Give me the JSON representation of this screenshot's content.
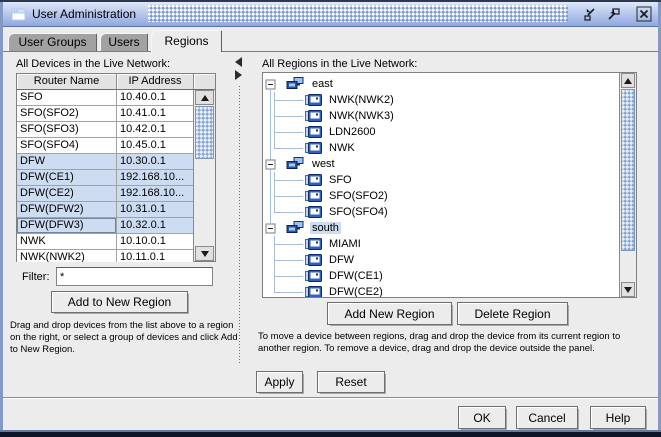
{
  "window": {
    "title": "User Administration",
    "controls": {
      "minimize": "minimize",
      "maximize": "maximize",
      "close": "close"
    }
  },
  "tabs": [
    {
      "label": "User Groups",
      "active": false
    },
    {
      "label": "Users",
      "active": false
    },
    {
      "label": "Regions",
      "active": true
    }
  ],
  "left": {
    "heading": "All Devices in the Live Network:",
    "table": {
      "col_name": "Router Name",
      "col_ip": "IP Address",
      "rows": [
        {
          "name": "SFO",
          "ip": "10.40.0.1",
          "selected": false
        },
        {
          "name": "SFO(SFO2)",
          "ip": "10.41.0.1",
          "selected": false
        },
        {
          "name": "SFO(SFO3)",
          "ip": "10.42.0.1",
          "selected": false
        },
        {
          "name": "SFO(SFO4)",
          "ip": "10.45.0.1",
          "selected": false
        },
        {
          "name": "DFW",
          "ip": "10.30.0.1",
          "selected": true
        },
        {
          "name": "DFW(CE1)",
          "ip": "192.168.10...",
          "selected": true
        },
        {
          "name": "DFW(CE2)",
          "ip": "192.168.10...",
          "selected": true
        },
        {
          "name": "DFW(DFW2)",
          "ip": "10.31.0.1",
          "selected": true
        },
        {
          "name": "DFW(DFW3)",
          "ip": "10.32.0.1",
          "selected": true
        },
        {
          "name": "NWK",
          "ip": "10.10.0.1",
          "selected": false
        },
        {
          "name": "NWK(NWK2)",
          "ip": "10.11.0.1",
          "selected": false
        }
      ]
    },
    "filter_label": "Filter:",
    "filter_value": "*",
    "add_button": "Add to New Region",
    "instructions": "Drag and drop devices from the list above to a region on the right, or select a group of devices and click Add to New Region."
  },
  "right": {
    "heading": "All Regions in the Live Network:",
    "tree": [
      {
        "label": "east",
        "selected": false,
        "children": [
          "NWK(NWK2)",
          "NWK(NWK3)",
          "LDN2600",
          "NWK"
        ]
      },
      {
        "label": "west",
        "selected": false,
        "children": [
          "SFO",
          "SFO(SFO2)",
          "SFO(SFO4)"
        ]
      },
      {
        "label": "south",
        "selected": true,
        "children": [
          "MIAMI",
          "DFW",
          "DFW(CE1)",
          "DFW(CE2)"
        ]
      }
    ],
    "add_region_button": "Add New Region",
    "delete_region_button": "Delete Region",
    "instructions": "To move a device between regions, drag and drop the device from its current region to another region. To remove a device, drag and drop the device outside the panel."
  },
  "actions": {
    "apply": "Apply",
    "reset": "Reset"
  },
  "dialog": {
    "ok": "OK",
    "cancel": "Cancel",
    "help": "Help"
  },
  "colors": {
    "selection": "#cddcf0",
    "panel": "#ececec",
    "titlebar_top": "#dfe8f8",
    "titlebar_bottom": "#8fa8dd",
    "frame_border": "#8499c4",
    "tab_inactive": "#a2a2a2",
    "tree_icon_blue": "#2f62c0"
  }
}
